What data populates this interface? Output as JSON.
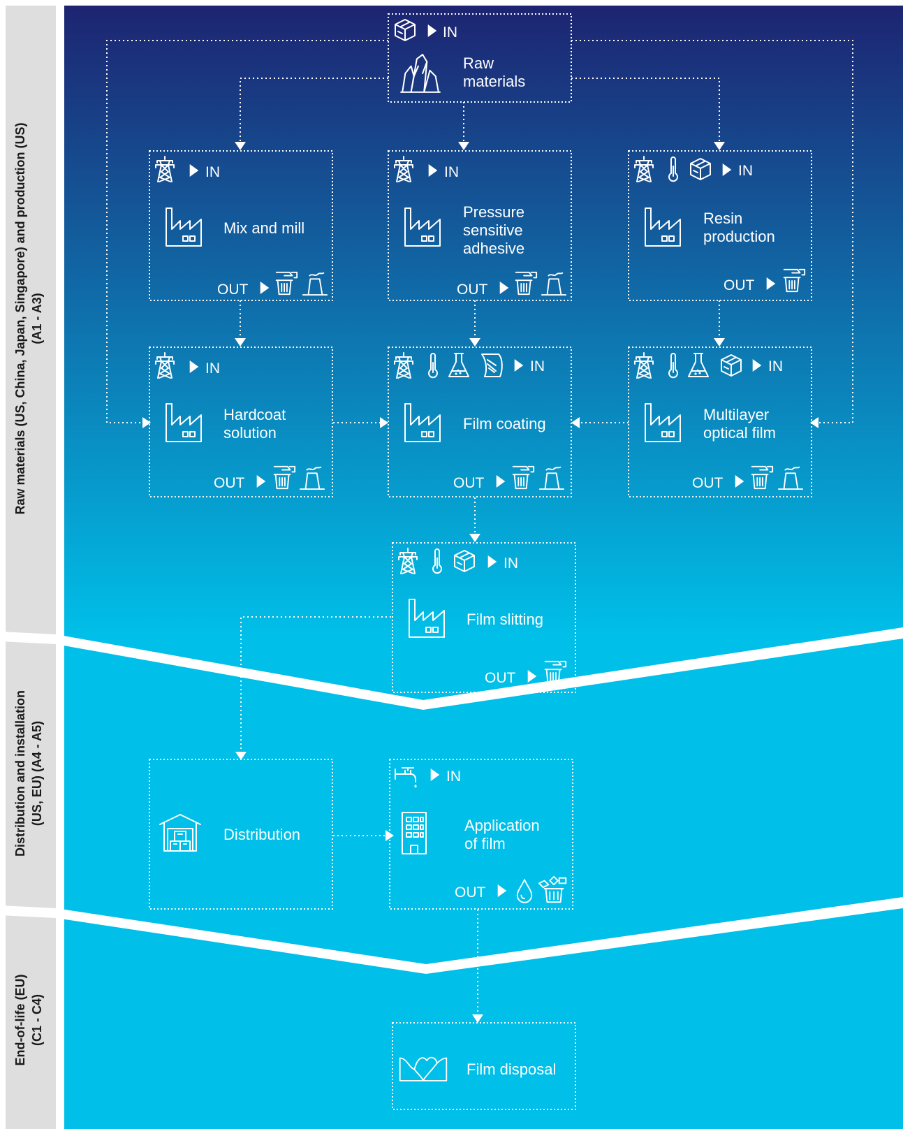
{
  "stages": [
    {
      "line1": "Raw materials (US, China, Japan, Singapore)  and production (US)",
      "line2": "(A1 - A3)"
    },
    {
      "line1": "Distribution and installation",
      "line2": "(US, EU) (A4 - A5)"
    },
    {
      "line1": "End-of-life (EU)",
      "line2": "(C1 - C4)"
    }
  ],
  "io": {
    "in": "IN",
    "out": "OUT"
  },
  "nodes": {
    "raw": {
      "l1": "Raw",
      "l2": "materials"
    },
    "mix": {
      "l1": "Mix and mill"
    },
    "psa": {
      "l1": "Pressure",
      "l2": "sensitive",
      "l3": "adhesive"
    },
    "resin": {
      "l1": "Resin",
      "l2": "production"
    },
    "hardcoat": {
      "l1": "Hardcoat",
      "l2": "solution"
    },
    "coating": {
      "l1": "Film coating"
    },
    "multilayer": {
      "l1": "Multilayer",
      "l2": "optical film"
    },
    "slitting": {
      "l1": "Film slitting"
    },
    "distribution": {
      "l1": "Distribution"
    },
    "application": {
      "l1": "Application",
      "l2": "of film"
    },
    "disposal": {
      "l1": "Film disposal"
    }
  },
  "colors": {
    "top": "#1d2471",
    "bottom": "#00bfe8",
    "sidebar": "#dedede"
  }
}
